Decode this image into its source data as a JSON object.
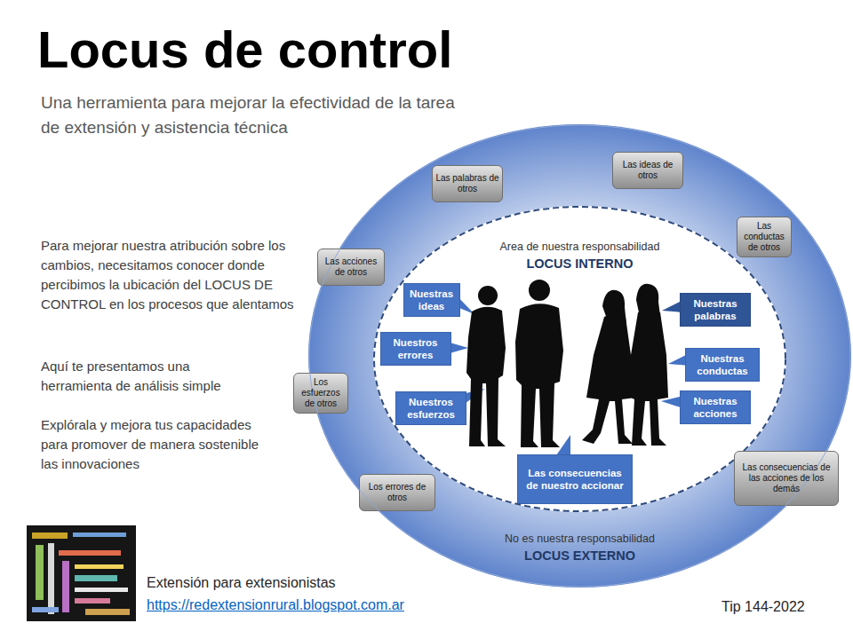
{
  "diagram": {
    "title": "Locus de control",
    "caption": "Una herramienta para mejorar la efectividad de la tarea de extensión y asistencia técnica",
    "nodes": [
      {
        "text": [
          "No es nuestra responsabilidad",
          "LOCUS EXTERNO"
        ]
      },
      {
        "text": [
          "Area de nuestra responsabilidad",
          "LOCUS INTERNO"
        ],
        "in": 0
      },
      {
        "text": [
          "Nuestras ideas"
        ],
        "in": 1
      },
      {
        "text": [
          "Nuestros errores"
        ],
        "in": 1
      },
      {
        "text": [
          "Nuestros esfuerzos"
        ],
        "in": 1
      },
      {
        "text": [
          "Nuestras palabras"
        ],
        "in": 1
      },
      {
        "text": [
          "Nuestras conductas"
        ],
        "in": 1
      },
      {
        "text": [
          "Nuestras acciones"
        ],
        "in": 1
      },
      {
        "text": [
          "Las consecuencias de nuestro accionar"
        ],
        "in": 1
      },
      {
        "text": [
          "Las palabras de otros"
        ],
        "in": 0
      },
      {
        "text": [
          "Las ideas de otros"
        ],
        "in": 0
      },
      {
        "text": [
          "Las conductas de otros"
        ],
        "in": 0
      },
      {
        "text": [
          "Las acciones de otros"
        ],
        "in": 0
      },
      {
        "text": [
          "Los esfuerzos de otros"
        ],
        "in": 0
      },
      {
        "text": [
          "Los errores de otros"
        ],
        "in": 0
      },
      {
        "text": [
          "Las consecuencias de las acciones de los demás"
        ],
        "in": 0
      }
    ],
    "labels": [
      "Para mejorar nuestra atribución sobre los cambios, necesitamos conocer donde percibimos la ubicación del LOCUS DE CONTROL en los procesos que alentamos",
      "Aquí te presentamos una herramienta de análisis simple",
      "Explórala y mejora tus capacidades para promover de manera sostenible las innovaciones",
      "Extensión para extensionistas",
      "https://redextensionrural.blogspot.com.ar",
      "Tip 144-2022"
    ]
  }
}
